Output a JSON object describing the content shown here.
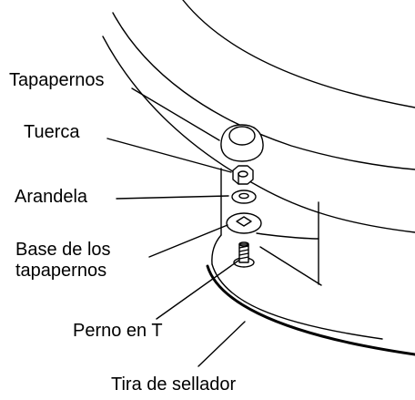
{
  "labels": {
    "bolt_cap": "Tapapernos",
    "nut": "Tuerca",
    "washer": "Arandela",
    "bolt_cap_base_line1": "Base de los",
    "bolt_cap_base_line2": "tapapernos",
    "t_bolt": "Perno en T",
    "sealant_strip": "Tira de sellador"
  }
}
